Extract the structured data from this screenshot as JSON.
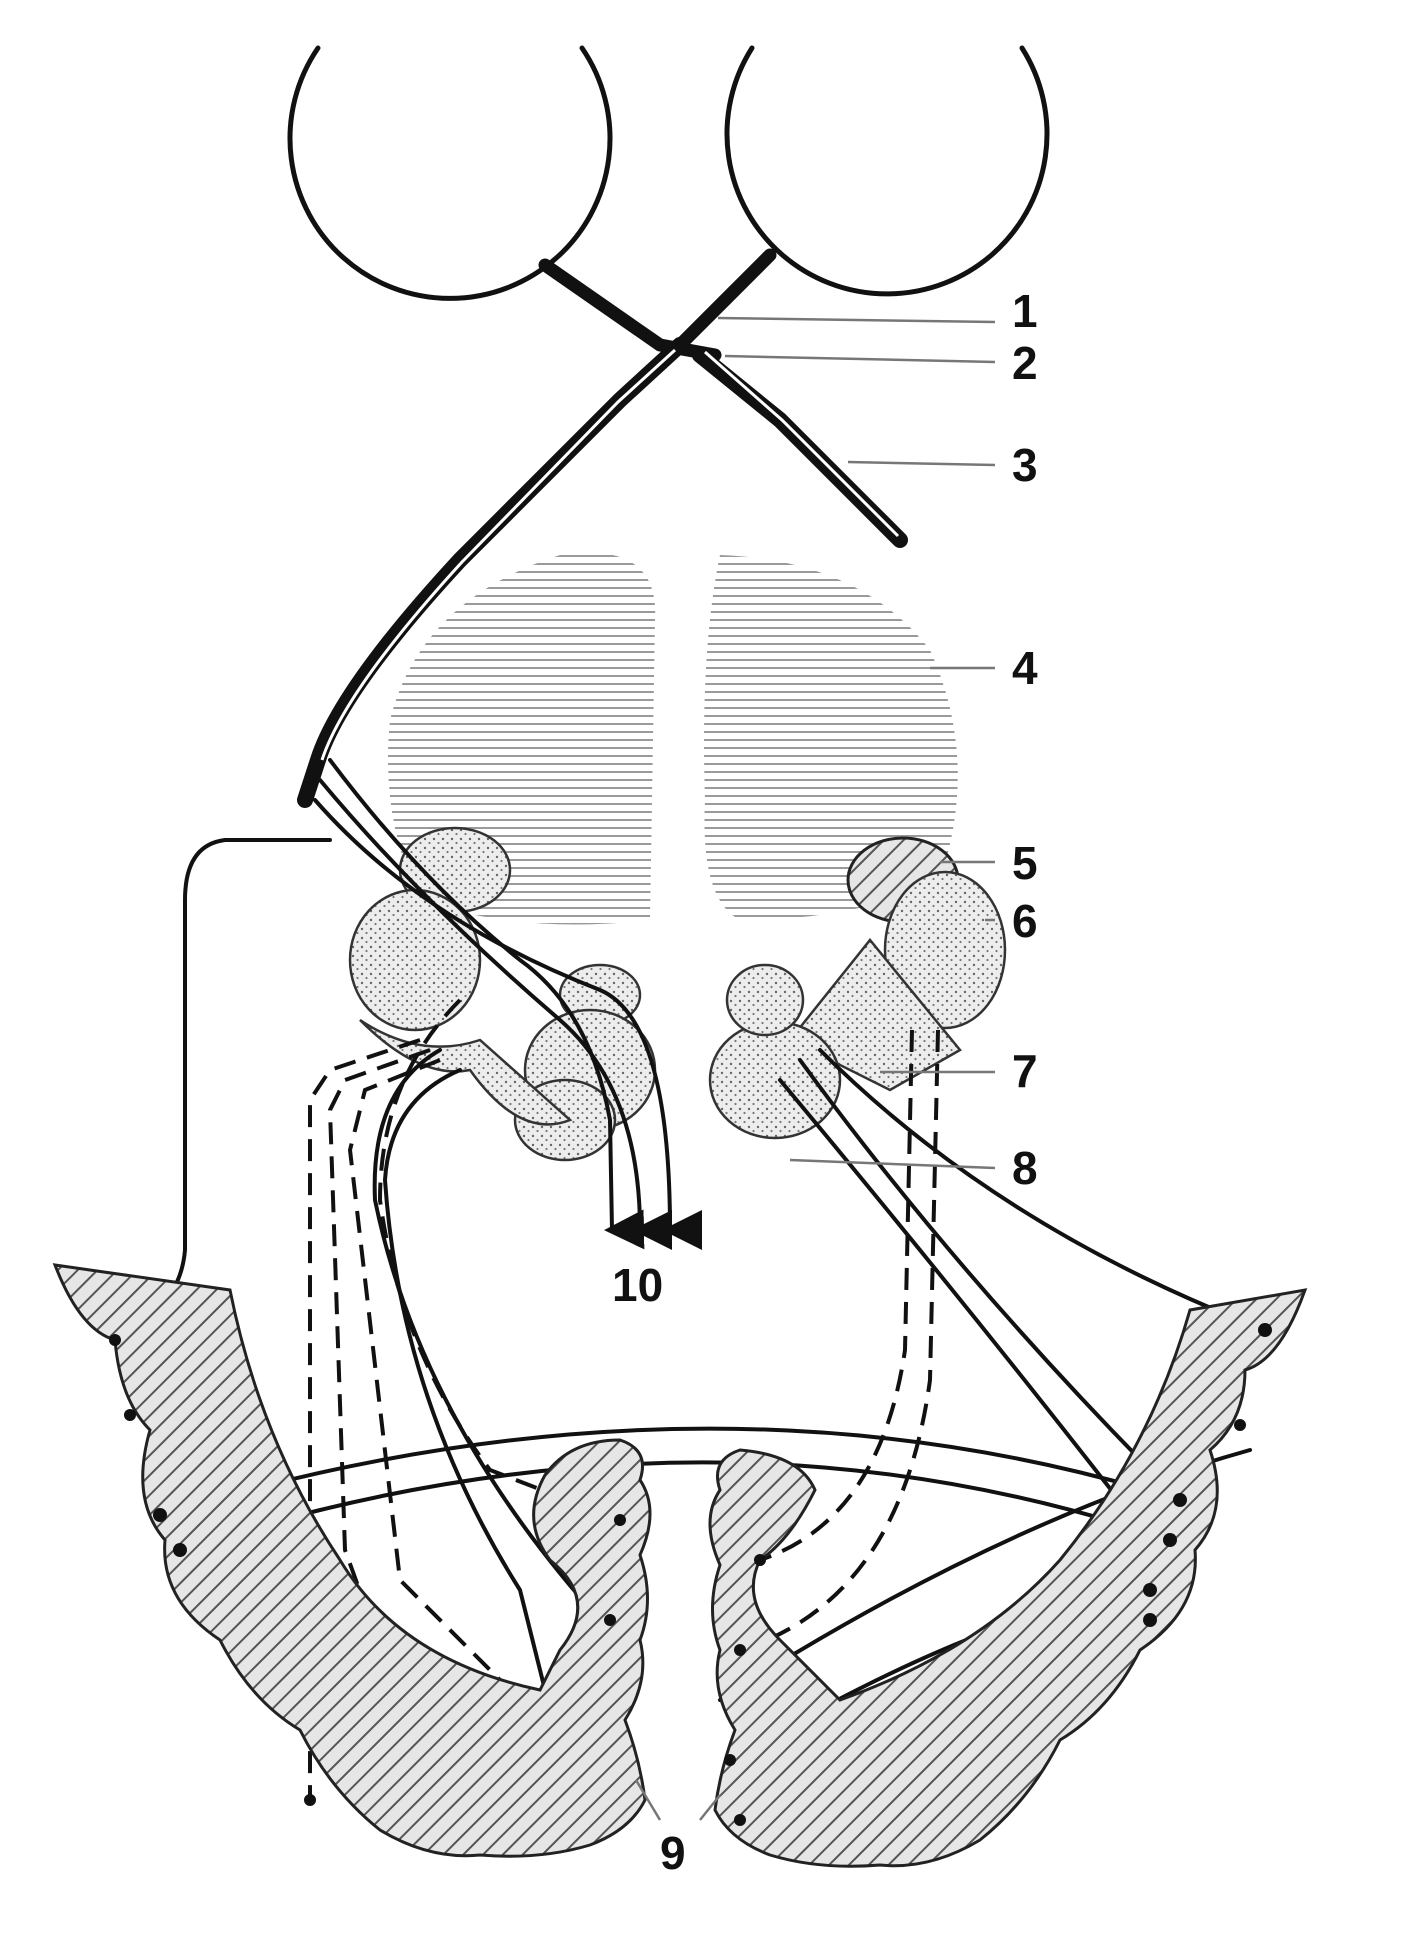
{
  "labels": [
    {
      "id": "1",
      "text": "1"
    },
    {
      "id": "2",
      "text": "2"
    },
    {
      "id": "3",
      "text": "3"
    },
    {
      "id": "4",
      "text": "4"
    },
    {
      "id": "5",
      "text": "5"
    },
    {
      "id": "6",
      "text": "6"
    },
    {
      "id": "7",
      "text": "7"
    },
    {
      "id": "8",
      "text": "8"
    },
    {
      "id": "9",
      "text": "9"
    },
    {
      "id": "10",
      "text": "10"
    }
  ],
  "colors": {
    "ink": "#111111",
    "leader": "#777777",
    "shade": "#9a9a9a",
    "background": "#ffffff"
  },
  "icons": {
    "eyeball": "circle-outline",
    "nucleus": "stippled-blob",
    "cortex": "hatched-lobe"
  }
}
